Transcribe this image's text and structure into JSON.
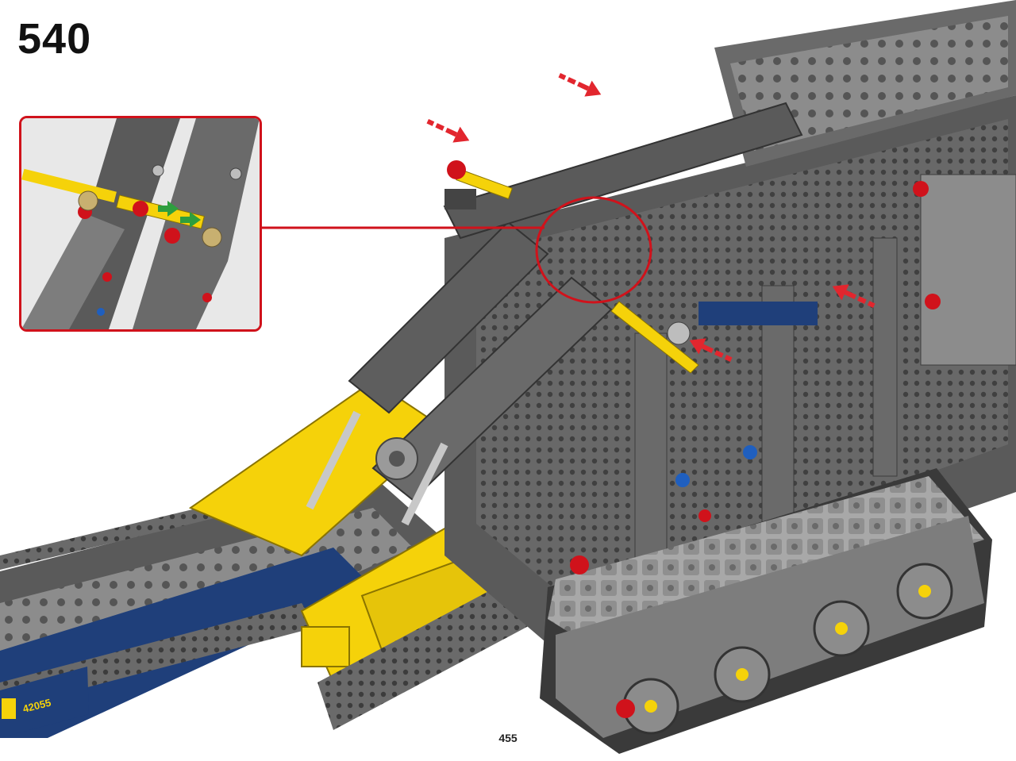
{
  "step": {
    "number": "540"
  },
  "page": {
    "number": "455"
  },
  "model": {
    "decal_text": "42055"
  },
  "colors": {
    "dark_gray": "#5a5a5a",
    "mid_gray": "#7d7d7d",
    "light_gray": "#bdbdbd",
    "yellow": "#f5d20a",
    "dark_blue": "#1f3f7a",
    "red": "#d0121b",
    "green": "#2e9e3e",
    "callout_border": "#d0121b",
    "arrow_red": "#e2262e"
  },
  "icons": {
    "placement_arrow": "red-dashed-arrow-icon",
    "rotation_arrow": "green-double-arrow-icon"
  }
}
